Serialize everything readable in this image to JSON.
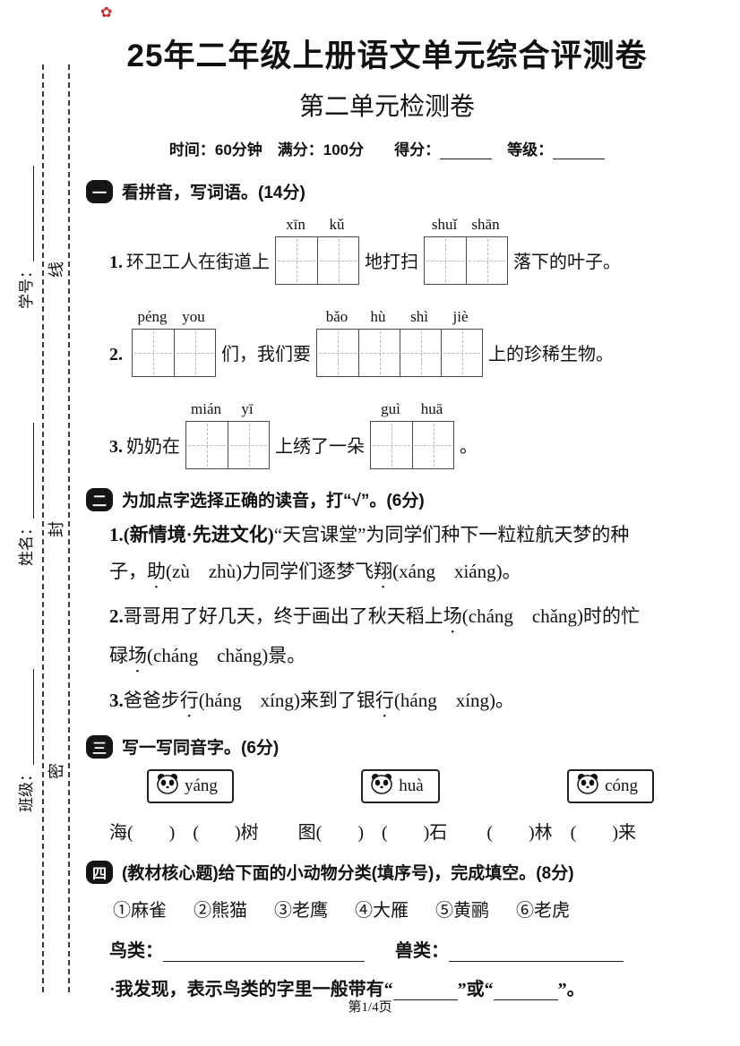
{
  "stamp": "✿",
  "page": {
    "title": "25年二年级上册语文单元综合评测卷",
    "subtitle": "第二单元检测卷",
    "meta_parts": [
      {
        "t": "时间：60分钟　满分：100分",
        "b": true
      },
      {
        "t": "　　得分：",
        "b": true
      },
      {
        "blank": true,
        "w": 58
      },
      {
        "t": "　等级：",
        "b": true
      },
      {
        "blank": true,
        "w": 58
      }
    ],
    "footer": "第1/4页"
  },
  "margin": {
    "student_id_label": "学号：",
    "name_label": "姓名：",
    "class_label": "班级：",
    "seal_chars": [
      "线",
      "封",
      "密"
    ]
  },
  "s1": {
    "num": "一",
    "title": "看拼音，写词语。(14分)",
    "items": [
      {
        "n": "1.",
        "prefix": "环卫工人在街道上",
        "g1": [
          "xīn",
          "kǔ"
        ],
        "mid": "地打扫",
        "g2": [
          "shuǐ",
          "shān"
        ],
        "suffix": "落下的叶子。"
      },
      {
        "n": "2.",
        "prefix": "",
        "g1": [
          "péng",
          "you"
        ],
        "mid": "们，我们要",
        "g2": [
          "bǎo",
          "hù",
          "shì",
          "jiè"
        ],
        "suffix": "上的珍稀生物。"
      },
      {
        "n": "3.",
        "prefix": "奶奶在",
        "g1": [
          "mián",
          "yī"
        ],
        "mid": "上绣了一朵",
        "g2": [
          "guì",
          "huā"
        ],
        "suffix": "。"
      }
    ]
  },
  "s2": {
    "num": "二",
    "title": "为加点字选择正确的读音，打“√”。(6分)",
    "items": [
      {
        "lines": [
          [
            {
              "t": "1.",
              "b": true
            },
            {
              "t": "(新情境·先进文化)",
              "b": true
            },
            {
              "t": "“天宫课堂”为同学们种下一粒粒航天梦的种"
            }
          ],
          [
            {
              "t": "子，"
            },
            {
              "t": "助",
              "dot": true
            },
            {
              "t": "(zù　zhù)力同学们逐梦飞"
            },
            {
              "t": "翔",
              "dot": true
            },
            {
              "t": "(xáng　xiáng)。"
            }
          ]
        ]
      },
      {
        "lines": [
          [
            {
              "t": "2.",
              "b": true
            },
            {
              "t": "哥哥用了好几天，终于画出了秋天稻上"
            },
            {
              "t": "场",
              "dot": true
            },
            {
              "t": "(cháng　chǎng)时的忙"
            }
          ],
          [
            {
              "t": "碌"
            },
            {
              "t": "场",
              "dot": true
            },
            {
              "t": "(cháng　chǎng)景。"
            }
          ]
        ]
      },
      {
        "lines": [
          [
            {
              "t": "3.",
              "b": true
            },
            {
              "t": "爸爸步"
            },
            {
              "t": "行",
              "dot": true
            },
            {
              "t": "(háng　xíng)来到了银"
            },
            {
              "t": "行",
              "dot": true
            },
            {
              "t": "(háng　xíng)。"
            }
          ]
        ]
      }
    ]
  },
  "s3": {
    "num": "三",
    "title": "写一写同音字。(6分)",
    "tags": [
      "yáng",
      "huà",
      "cóng"
    ],
    "answers": [
      "海(　　)　(　　)树",
      "图(　　)　(　　)石",
      "(　　)林　(　　)来"
    ]
  },
  "s4": {
    "num": "四",
    "title": "(教材核心题)给下面的小动物分类(填序号)，完成填空。(8分)",
    "options": [
      "①麻雀",
      "②熊猫",
      "③老鹰",
      "④大雁",
      "⑤黄鹂",
      "⑥老虎"
    ],
    "bird_label": "鸟类：",
    "beast_label": "兽类：",
    "discover_parts": [
      {
        "t": "·我发现，表示鸟类的字里一般带有“"
      },
      {
        "blank": true,
        "w": 72
      },
      {
        "t": "”或“"
      },
      {
        "blank": true,
        "w": 72
      },
      {
        "t": "”。"
      }
    ]
  }
}
